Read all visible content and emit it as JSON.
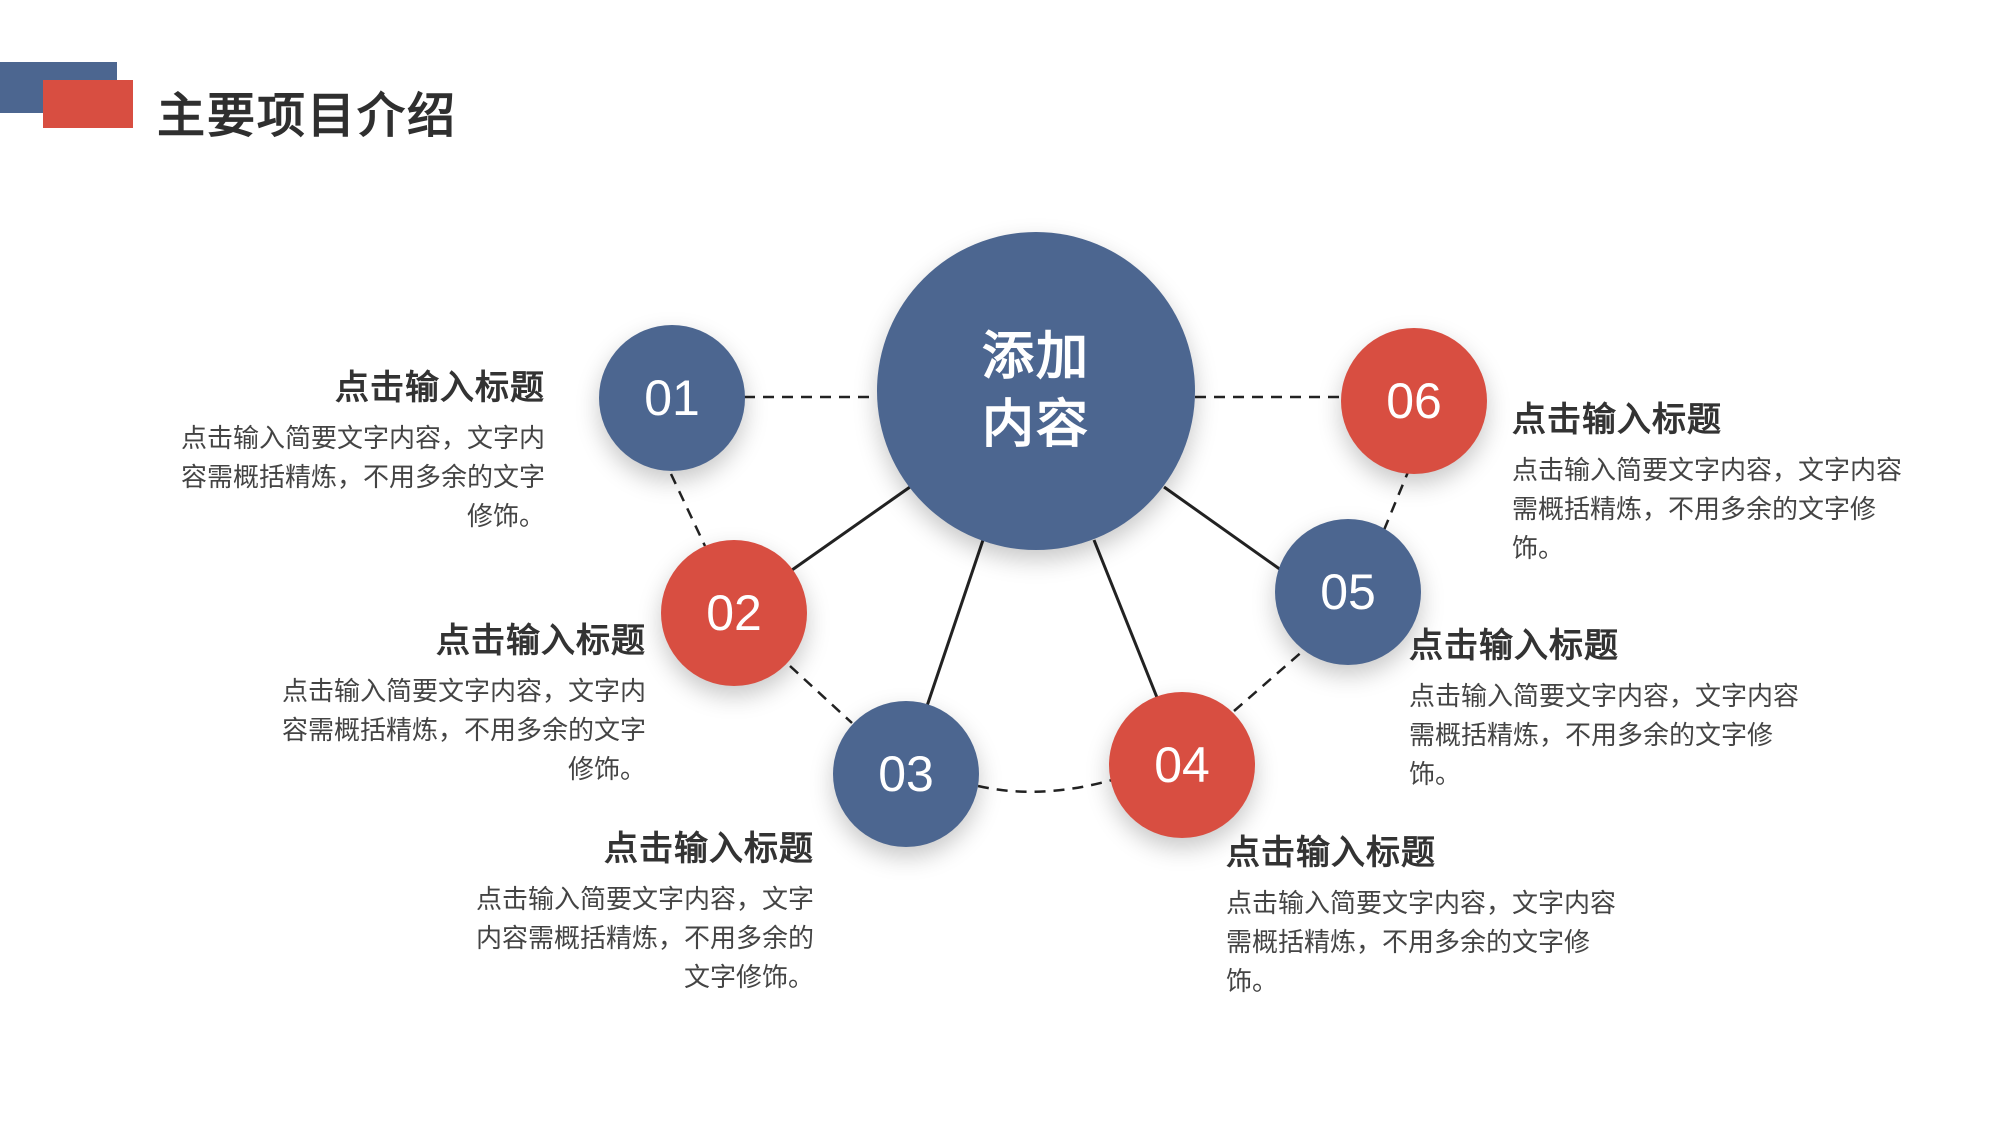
{
  "slide": {
    "title": "主要项目介绍",
    "colors": {
      "blue": "#4c6690",
      "red": "#d84e41",
      "text": "#333333"
    }
  },
  "center": {
    "label": "添加内容",
    "line1": "添加",
    "line2": "内容",
    "color": "blue"
  },
  "items": [
    {
      "number": "01",
      "color": "blue",
      "title": "点击输入标题",
      "desc": "点击输入简要文字内容，文字内容需概括精炼，不用多余的文字修饰。"
    },
    {
      "number": "02",
      "color": "red",
      "title": "点击输入标题",
      "desc": "点击输入简要文字内容，文字内容需概括精炼，不用多余的文字修饰。"
    },
    {
      "number": "03",
      "color": "blue",
      "title": "点击输入标题",
      "desc": "点击输入简要文字内容，文字内容需概括精炼，不用多余的文字修饰。"
    },
    {
      "number": "04",
      "color": "red",
      "title": "点击输入标题",
      "desc": "点击输入简要文字内容，文字内容需概括精炼，不用多余的文字修饰。"
    },
    {
      "number": "05",
      "color": "blue",
      "title": "点击输入标题",
      "desc": "点击输入简要文字内容，文字内容需概括精炼，不用多余的文字修饰。"
    },
    {
      "number": "06",
      "color": "red",
      "title": "点击输入标题",
      "desc": "点击输入简要文字内容，文字内容需概括精炼，不用多余的文字修饰。"
    }
  ]
}
